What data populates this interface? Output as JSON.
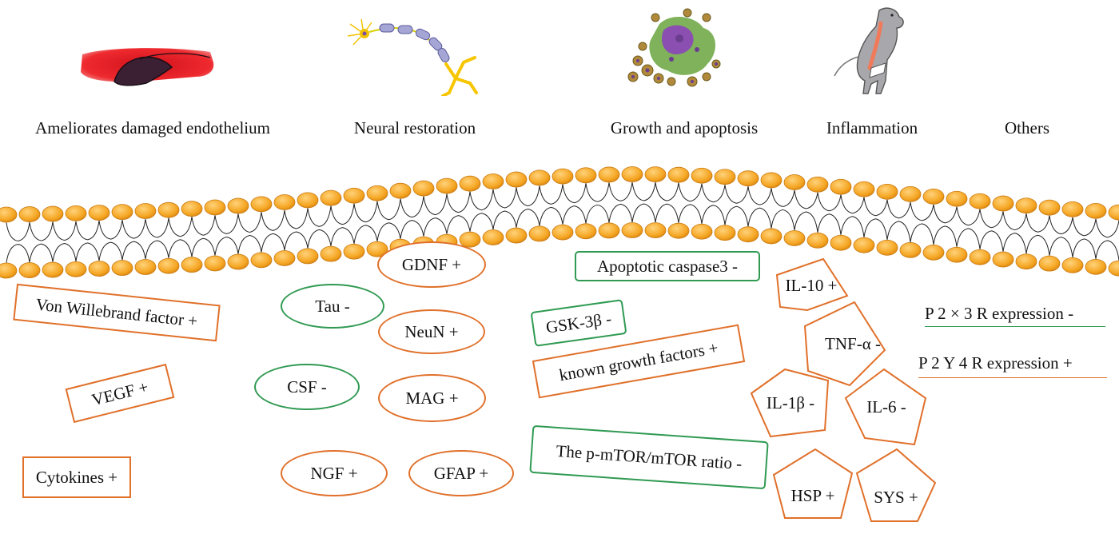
{
  "categories": [
    {
      "label": "Ameliorates damaged endothelium"
    },
    {
      "label": "Neural restoration"
    },
    {
      "label": "Growth and apoptosis"
    },
    {
      "label": "Inflammation"
    },
    {
      "label": "Others"
    }
  ],
  "endothelium": {
    "items": [
      "Von Willebrand factor +",
      "VEGF +",
      "Cytokines +"
    ]
  },
  "neural": {
    "green": [
      "Tau -",
      "CSF -"
    ],
    "orange": [
      "GDNF +",
      "NeuN +",
      "MAG +",
      "NGF +",
      "GFAP +"
    ]
  },
  "growth": {
    "items": [
      "Apoptotic caspase3 -",
      "GSK-3β -",
      "known growth factors +",
      "The p-mTOR/mTOR ratio -"
    ]
  },
  "inflammation": {
    "items": [
      "IL-10 +",
      "TNF-α -",
      "IL-1β -",
      "IL-6 -",
      "HSP +",
      "SYS +"
    ]
  },
  "others": {
    "items": [
      "P 2 × 3 R expression -",
      "P 2 Y 4 R expression +"
    ]
  },
  "colors": {
    "increase": "#e0702a",
    "decrease": "#2f9a52",
    "membrane_head": "#f5a623",
    "vessel_red": "#e8202a"
  },
  "icons": [
    "damaged-vessel-icon",
    "neuron-icon",
    "tumor-cells-icon",
    "rat-icon"
  ]
}
